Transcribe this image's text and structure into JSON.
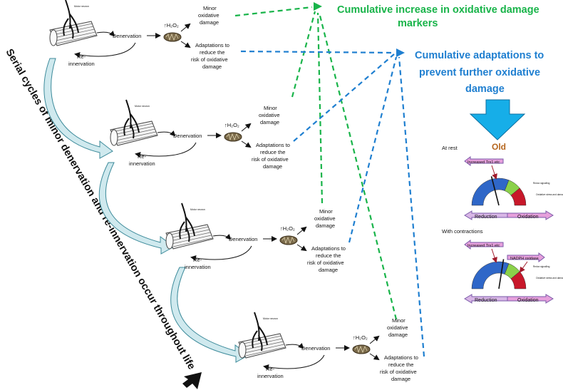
{
  "colors": {
    "green": "#19b44a",
    "blue": "#1f7fd0",
    "gauge_blue": "#2f67c8",
    "gauge_green": "#8bd14a",
    "gauge_red": "#c8182a",
    "arrow_fill": "#e6a0dc",
    "arrow_stroke": "#7a5aa8",
    "old_color": "#b5651d",
    "down_arrow": "#16aee8"
  },
  "right_heading_green": {
    "line1": "Cumulative increase in oxidative damage",
    "line2": "markers"
  },
  "right_heading_blue": {
    "line1": "Cumulative adaptations to",
    "line2": "prevent further oxidative",
    "line3": "damage"
  },
  "side_text": "Serial cycles of minor denervation and re-innervation occur throughout life",
  "cycle": {
    "motor_neuron": "Motor neuron",
    "denervation": "Denervation",
    "reinnervation_1": "Re-",
    "reinnervation_2": "innervation",
    "h2o2": "↑H₂O₂",
    "minor_1": "Minor",
    "minor_2": "oxidative",
    "minor_3": "damage",
    "adapt_1": "Adaptations to",
    "adapt_2": "reduce the",
    "adapt_3": "risk of oxidative",
    "adapt_4": "damage"
  },
  "old_panel": {
    "old_label": "Old",
    "at_rest": "At rest",
    "with_contractions": "With contractions",
    "increased_trx1": "Increased Trx1 etc",
    "nadph": "NADPH oxidase",
    "redox_signalling": "Redox signalling",
    "oxidative_stress": "Oxidative stress and damage",
    "reduction": "Reduction",
    "oxidation": "Oxidation",
    "rest_needle_fraction": 0.42,
    "contraction_needle_fraction": 0.55
  }
}
